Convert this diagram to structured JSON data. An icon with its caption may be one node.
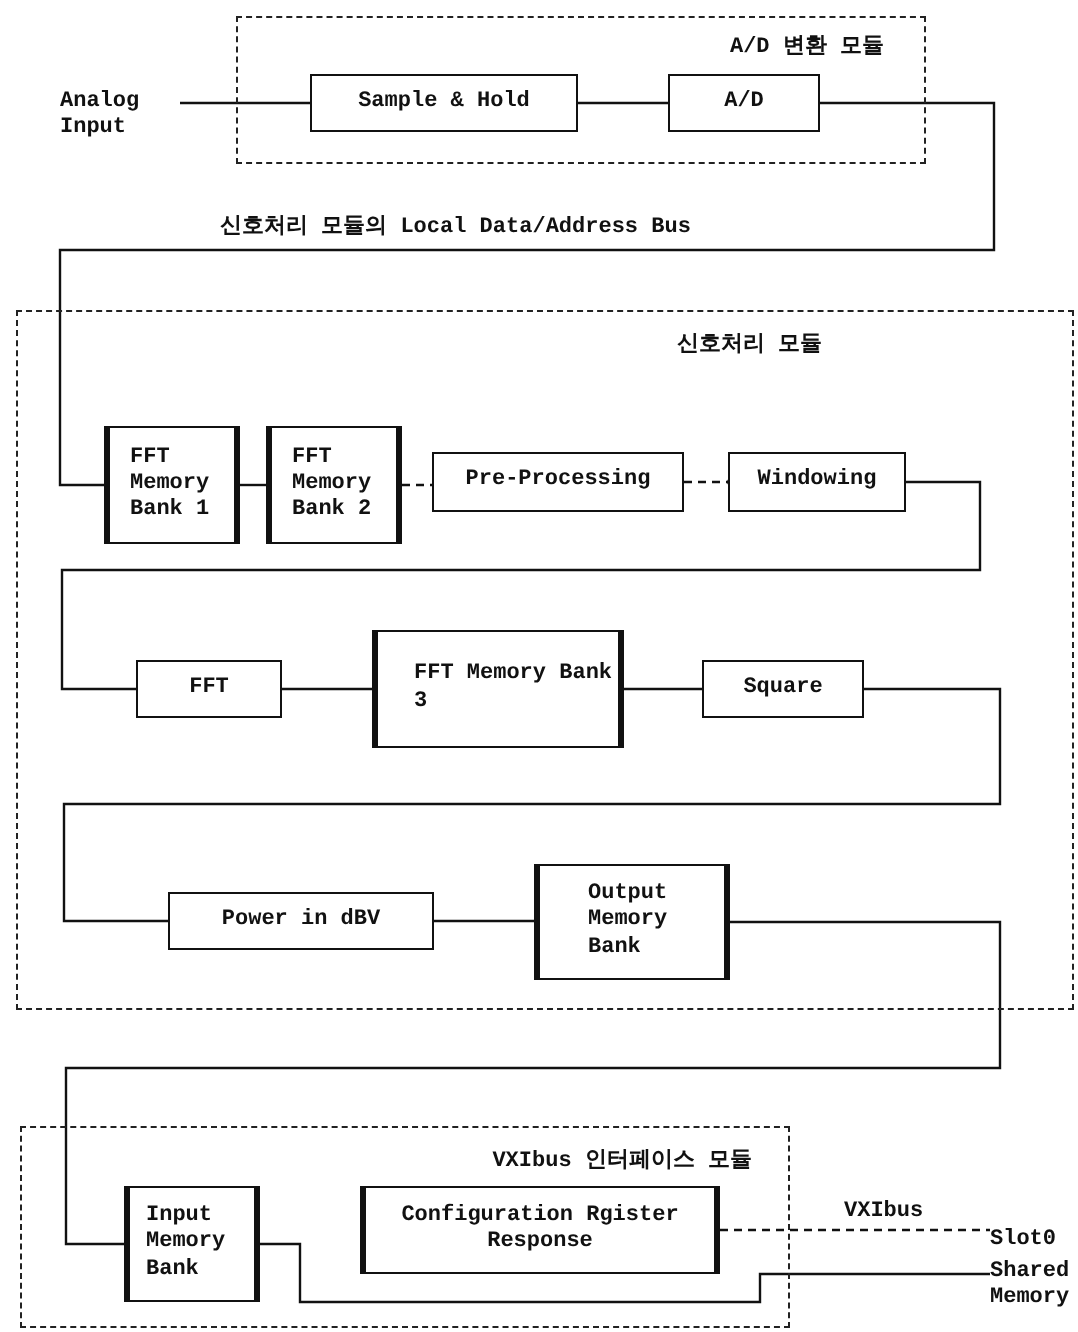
{
  "diagram": {
    "nodes": [
      {
        "text": [
          "A/D 변환 모듈"
        ]
      },
      {
        "text": [
          "Sample & Hold"
        ],
        "in": 0
      },
      {
        "text": [
          "A/D"
        ],
        "in": 0
      },
      {
        "text": [
          "Analog Input"
        ]
      },
      {
        "text": [
          "신호처리 모듈"
        ]
      },
      {
        "text": [
          "FFT Memory Bank 1"
        ],
        "in": 4
      },
      {
        "text": [
          "FFT Memory Bank 2"
        ],
        "in": 4
      },
      {
        "text": [
          "Pre-Processing"
        ],
        "in": 4
      },
      {
        "text": [
          "Windowing"
        ],
        "in": 4
      },
      {
        "text": [
          "FFT"
        ],
        "in": 4
      },
      {
        "text": [
          "FFT Memory Bank 3"
        ],
        "in": 4
      },
      {
        "text": [
          "Square"
        ],
        "in": 4
      },
      {
        "text": [
          "Power in dBV"
        ],
        "in": 4
      },
      {
        "text": [
          "Output Memory Bank"
        ],
        "in": 4
      },
      {
        "text": [
          "VXIbus 인터페이스 모듈"
        ]
      },
      {
        "text": [
          "Input Memory Bank"
        ],
        "in": 14
      },
      {
        "text": [
          "Configuration Rgister Response"
        ],
        "in": 14
      },
      {
        "text": [
          "Slot0"
        ]
      },
      {
        "text": [
          "Shared Memory"
        ]
      }
    ],
    "edges": [
      {
        "from": 3,
        "to": 1,
        "arrow": "none"
      },
      {
        "from": 1,
        "to": 2,
        "arrow": "none"
      },
      {
        "from": 2,
        "to": 5,
        "arrow": "none",
        "label": "신호처리 모듈의 Local Data/Address Bus"
      },
      {
        "from": 5,
        "to": 6,
        "arrow": "none"
      },
      {
        "from": 6,
        "to": 7,
        "arrow": "none",
        "style": "dashed"
      },
      {
        "from": 7,
        "to": 8,
        "arrow": "other",
        "style": "dashed"
      },
      {
        "from": 8,
        "to": 9,
        "arrow": "none"
      },
      {
        "from": 9,
        "to": 10,
        "arrow": "none"
      },
      {
        "from": 10,
        "to": 11,
        "arrow": "none"
      },
      {
        "from": 11,
        "to": 12,
        "arrow": "none"
      },
      {
        "from": 12,
        "to": 13,
        "arrow": "none"
      },
      {
        "from": 13,
        "to": 15,
        "arrow": "none"
      },
      {
        "from": 16,
        "to": 17,
        "arrow": "none",
        "style": "dashed"
      },
      {
        "from": 15,
        "to": 18,
        "arrow": "none"
      }
    ],
    "labels": [
      "VXIbus"
    ]
  }
}
